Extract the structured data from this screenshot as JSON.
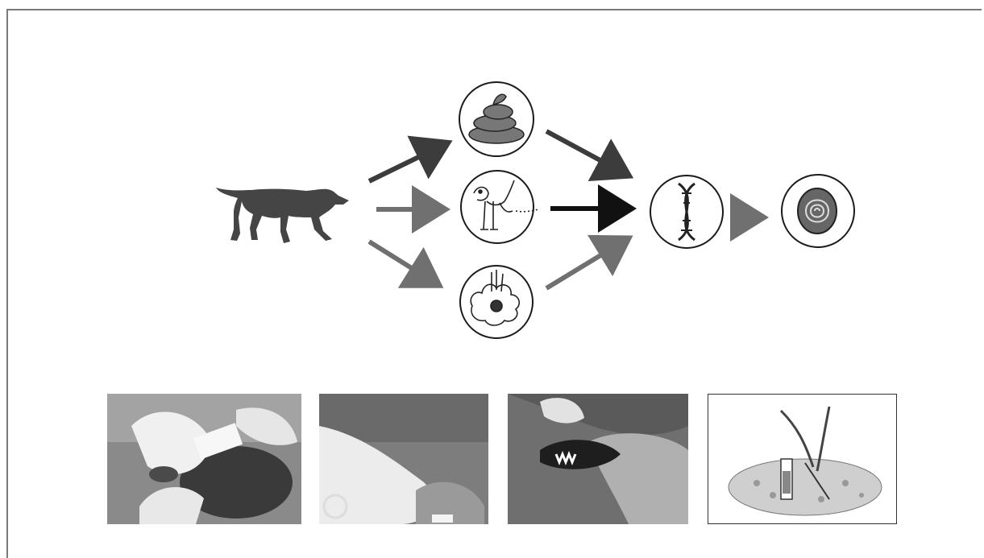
{
  "diagram": {
    "nodes": [
      {
        "id": "wolf",
        "icon": "wolf-silhouette-icon"
      },
      {
        "id": "scat",
        "icon": "scat-icon"
      },
      {
        "id": "urine",
        "icon": "urinating-dog-icon"
      },
      {
        "id": "hair",
        "icon": "hair-tuft-icon"
      },
      {
        "id": "dna",
        "icon": "dna-helix-icon"
      },
      {
        "id": "fingerprint",
        "icon": "fingerprint-icon"
      }
    ],
    "edges": [
      {
        "from": "wolf",
        "to": "scat"
      },
      {
        "from": "wolf",
        "to": "urine"
      },
      {
        "from": "wolf",
        "to": "hair"
      },
      {
        "from": "scat",
        "to": "dna"
      },
      {
        "from": "urine",
        "to": "dna"
      },
      {
        "from": "hair",
        "to": "dna"
      },
      {
        "from": "dna",
        "to": "fingerprint"
      }
    ],
    "colors": {
      "wolf": "#454545",
      "arrow_dark": "#3c3c3c",
      "arrow_gray": "#707070",
      "circle": "#1a1a1a",
      "frame": "#7a7a7a"
    }
  },
  "photos": [
    {
      "icon": "scat-sampling-photo"
    },
    {
      "icon": "hair-sampling-photo"
    },
    {
      "icon": "saliva-sampling-photo"
    },
    {
      "icon": "tube-collection-illustration"
    }
  ]
}
